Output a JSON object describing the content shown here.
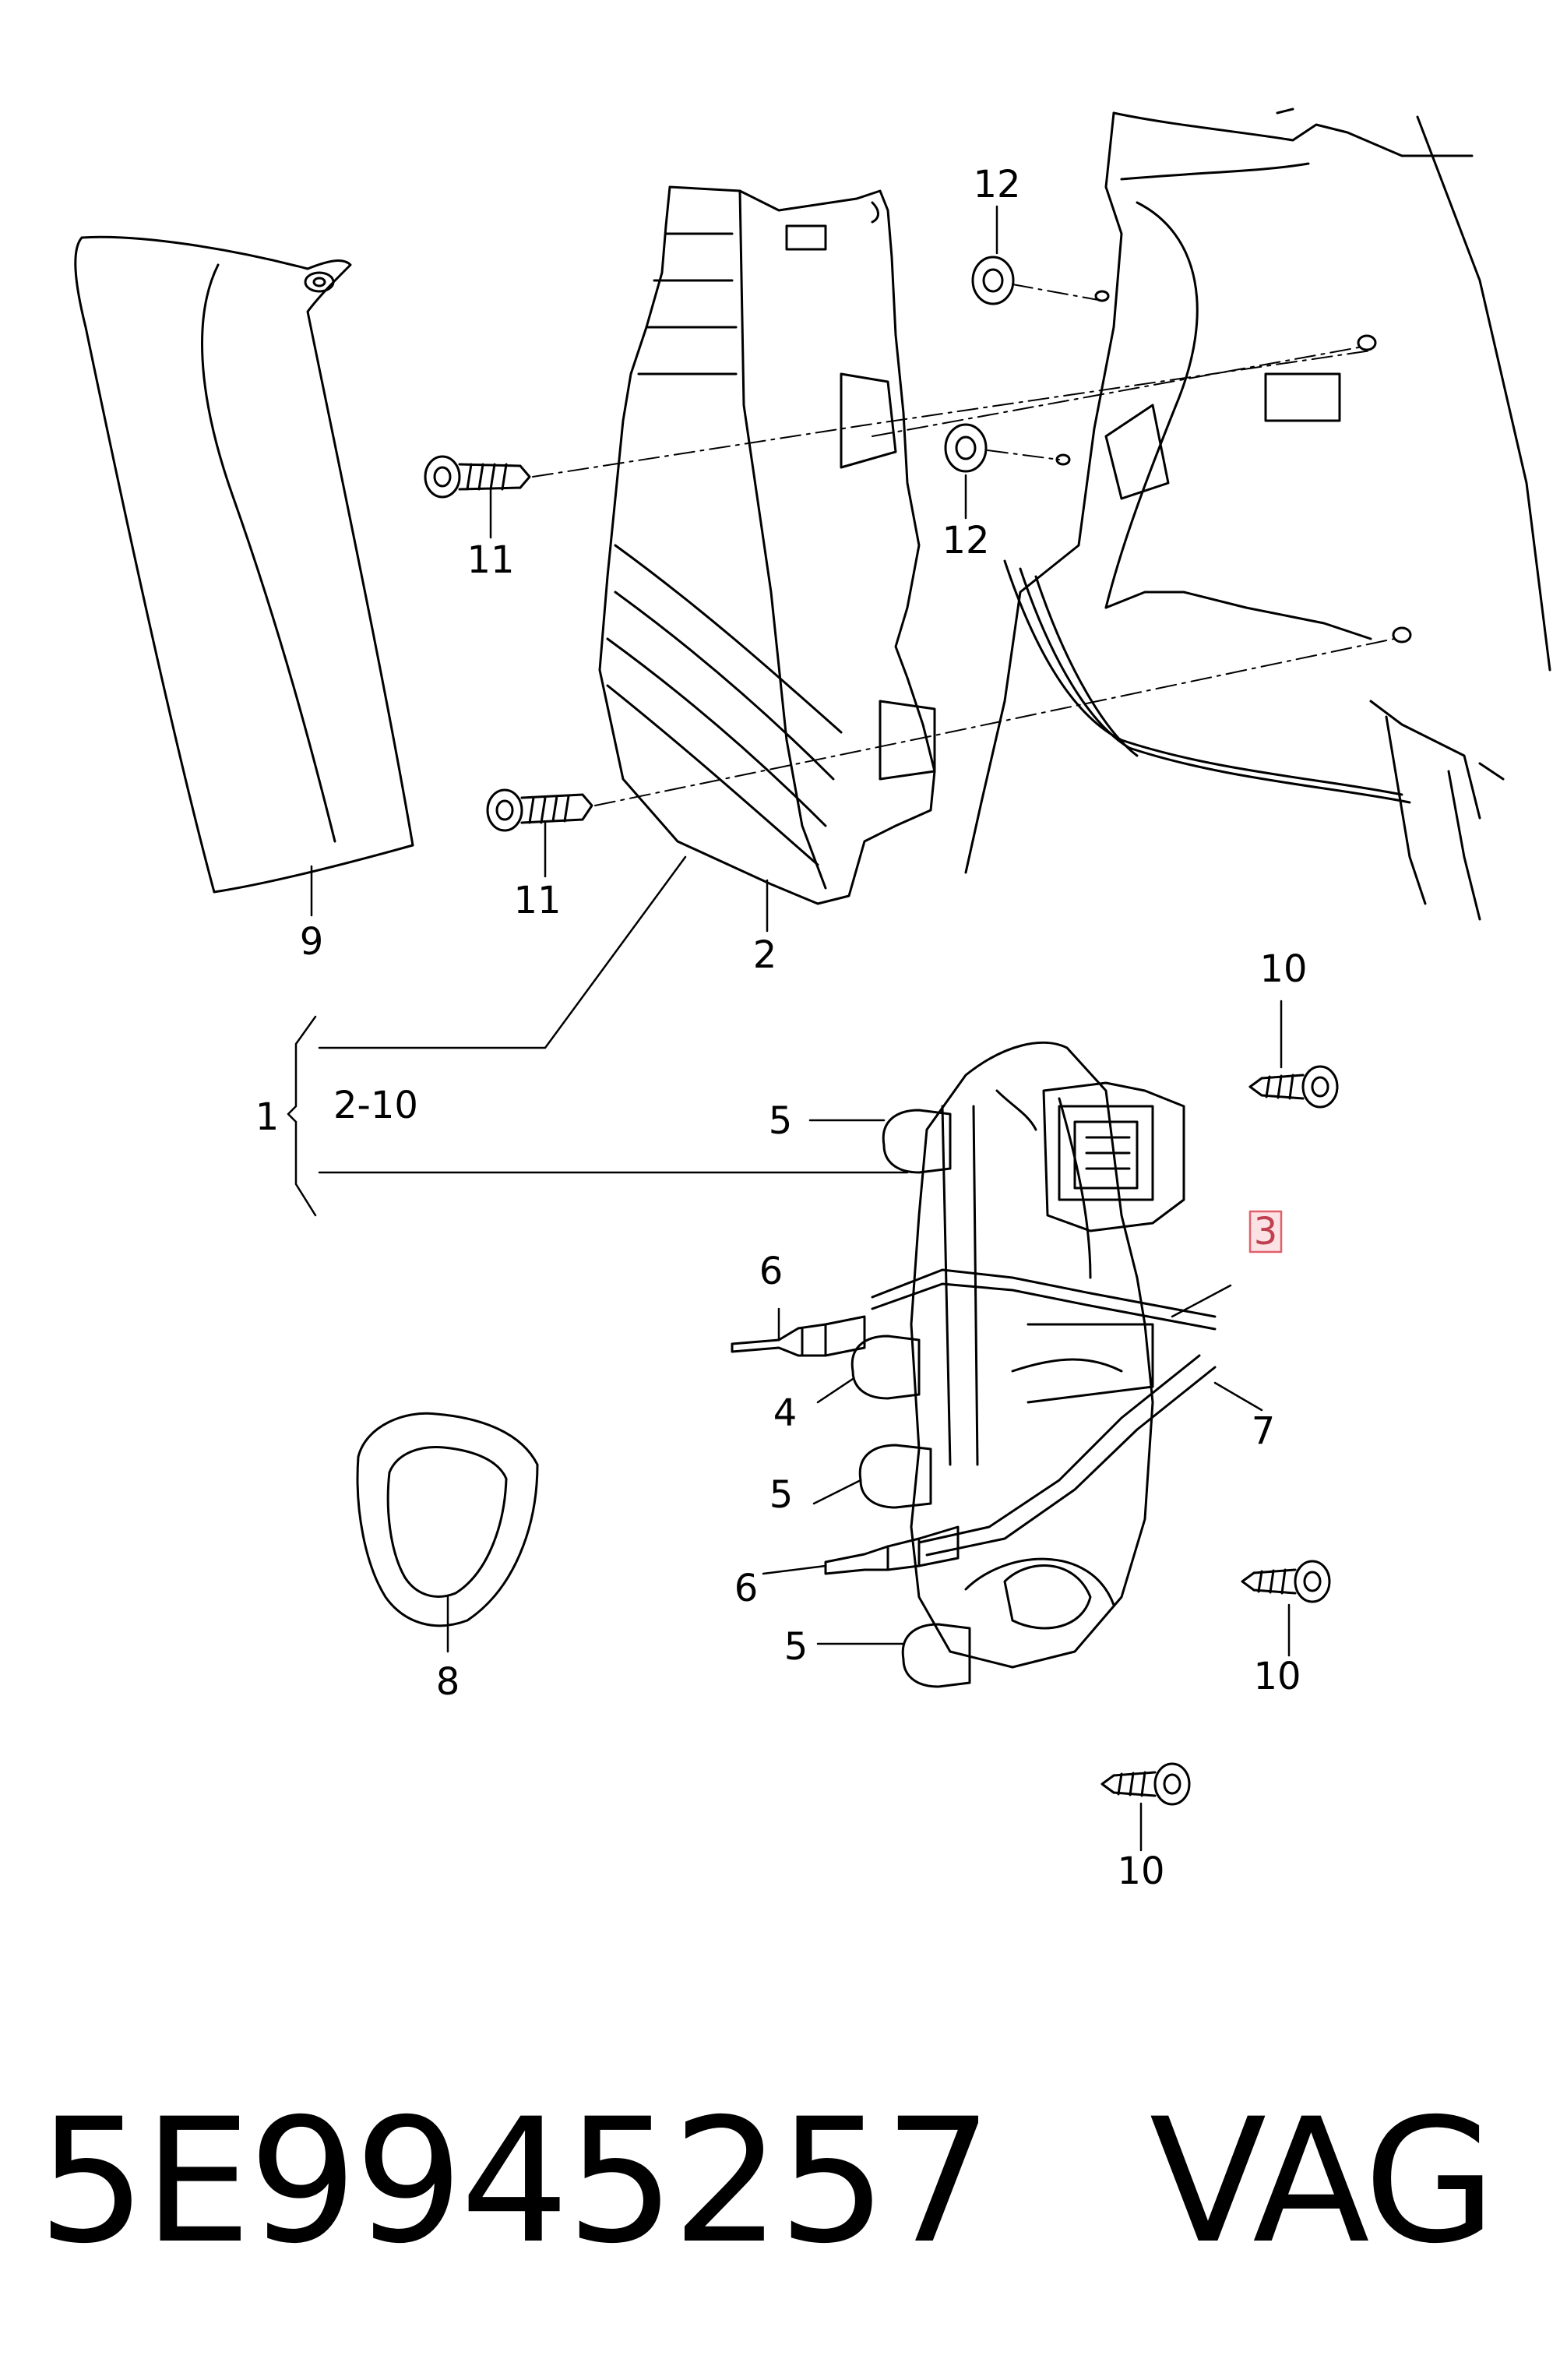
{
  "callouts": {
    "c1": "1",
    "c2_10": "2-10",
    "c2": "2",
    "c3": "3",
    "c4": "4",
    "c5a": "5",
    "c5b": "5",
    "c5c": "5",
    "c6a": "6",
    "c6b": "6",
    "c7": "7",
    "c8": "8",
    "c9": "9",
    "c10a": "10",
    "c10b": "10",
    "c10c": "10",
    "c11a": "11",
    "c11b": "11",
    "c12a": "12",
    "c12b": "12"
  },
  "footer": {
    "part_number": "5E9945257",
    "brand": "VAG"
  },
  "colors": {
    "line": "#000000",
    "highlight_box": "#e0606a",
    "highlight_fill": "#fbe3e5"
  }
}
